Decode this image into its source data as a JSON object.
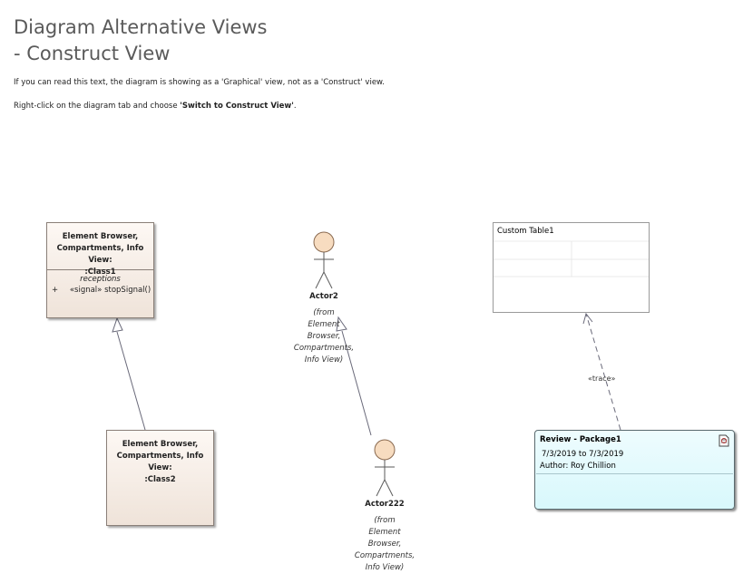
{
  "title": {
    "line1": "Diagram Alternative Views",
    "line2": "- Construct View"
  },
  "notes": {
    "line1": "If you can read this text, the diagram is showing as a 'Graphical' view, not as a 'Construct' view.",
    "line2_prefix": "Right-click on the diagram tab and choose ",
    "line2_bold": "'Switch to Construct View'",
    "line2_suffix": "."
  },
  "class1": {
    "title_lines": [
      "Element Browser,",
      "Compartments, Info View:",
      ":Class1"
    ],
    "section": "receptions",
    "op_visibility": "+",
    "op_text": "«signal» stopSignal()"
  },
  "class2": {
    "title_lines": [
      "Element Browser,",
      "Compartments, Info View:",
      ":Class2"
    ]
  },
  "actor2": {
    "name": "Actor2",
    "from_lines": [
      "(from",
      "Element",
      "Browser,",
      "Compartments,",
      "Info View)"
    ]
  },
  "actor222": {
    "name": "Actor222",
    "from_lines": [
      "(from",
      "Element",
      "Browser,",
      "Compartments,",
      "Info View)"
    ]
  },
  "custom_table": {
    "name": "Custom Table1"
  },
  "trace": {
    "label": "«trace»"
  },
  "review": {
    "title": "Review - Package1",
    "dates": "7/3/2019 to 7/3/2019",
    "author": "Author: Roy Chillion",
    "icon": "review-document-icon"
  },
  "colors": {
    "class_fill": "#efe3d9",
    "review_fill": "#d8f8fc",
    "actor_head": "#f7dcc0",
    "line": "#6a6a7a"
  }
}
